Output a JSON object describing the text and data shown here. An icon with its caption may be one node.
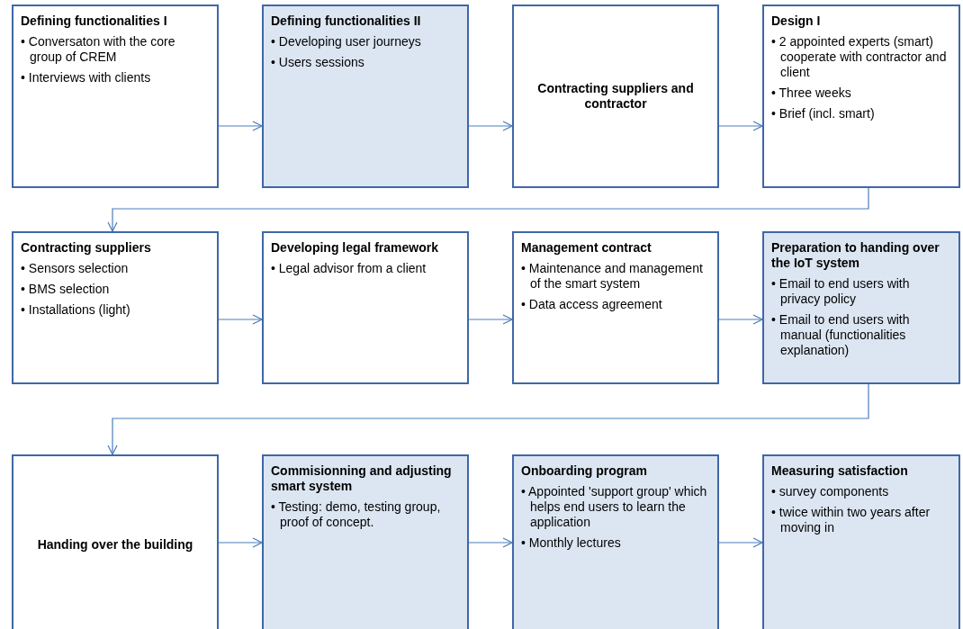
{
  "diagram": {
    "nodes": [
      {
        "text": [
          "Defining functionalities I",
          "• Conversaton with the core group of CREM",
          "• Interviews with clients"
        ]
      },
      {
        "text": [
          "Defining functionalities II",
          "• Developing user journeys",
          "• Users sessions"
        ]
      },
      {
        "text": [
          "Contracting suppliers and contractor"
        ]
      },
      {
        "text": [
          "Design I",
          "• 2 appointed experts (smart) cooperate with contractor and client",
          "• Three weeks",
          "• Brief (incl. smart)"
        ]
      },
      {
        "text": [
          "Contracting suppliers",
          "• Sensors selection",
          "• BMS selection",
          "• Installations (light)"
        ]
      },
      {
        "text": [
          "Developing legal framework",
          "• Legal advisor from a client"
        ]
      },
      {
        "text": [
          "Management contract",
          "• Maintenance and management of the smart system",
          "• Data access agreement"
        ]
      },
      {
        "text": [
          "Preparation to handing over the IoT system",
          "• Email to end users with privacy policy",
          "• Email to end users with manual (functionalities explanation)"
        ]
      },
      {
        "text": [
          "Handing over the building"
        ]
      },
      {
        "text": [
          "Commisionning and adjusting smart system",
          "• Testing: demo, testing group, proof of concept."
        ]
      },
      {
        "text": [
          "Onboarding program",
          "• Appointed 'support group' which helps end users to learn the application",
          "• Monthly lectures"
        ]
      },
      {
        "text": [
          "Measuring satisfaction",
          "• survey components",
          "• twice within two years after moving in"
        ]
      }
    ],
    "edges": [
      {
        "from": 0,
        "to": 1,
        "arrow": "to"
      },
      {
        "from": 1,
        "to": 2,
        "arrow": "to"
      },
      {
        "from": 2,
        "to": 3,
        "arrow": "to"
      },
      {
        "from": 3,
        "to": 4,
        "arrow": "to"
      },
      {
        "from": 4,
        "to": 5,
        "arrow": "to"
      },
      {
        "from": 5,
        "to": 6,
        "arrow": "to"
      },
      {
        "from": 6,
        "to": 7,
        "arrow": "to"
      },
      {
        "from": 7,
        "to": 8,
        "arrow": "to"
      },
      {
        "from": 8,
        "to": 9,
        "arrow": "to"
      },
      {
        "from": 9,
        "to": 10,
        "arrow": "to"
      },
      {
        "from": 10,
        "to": 11,
        "arrow": "to"
      }
    ]
  }
}
